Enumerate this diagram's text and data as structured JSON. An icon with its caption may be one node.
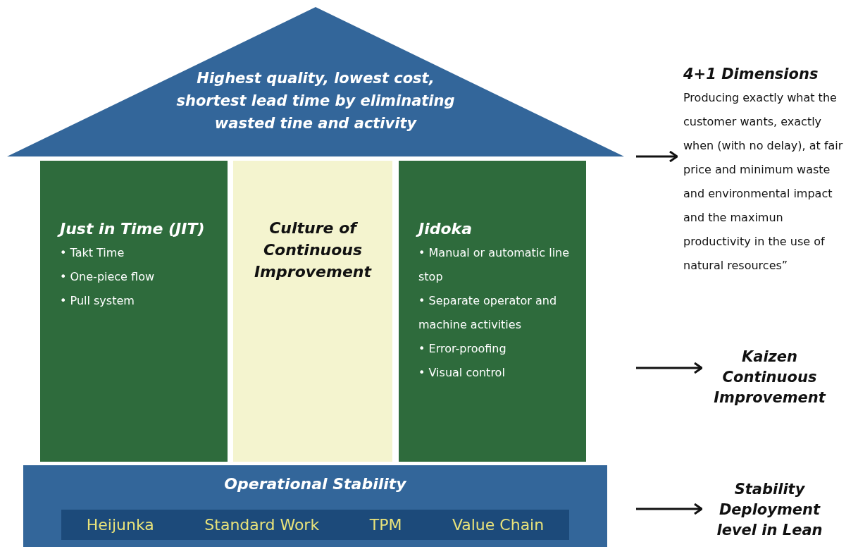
{
  "diagram": {
    "nodes": [
      {
        "text": [
          "Highest quality, lowest cost, shortest lead time by eliminating wasted tine and activity"
        ]
      },
      {
        "text": [
          "Just in Time (JIT)",
          "• Takt Time",
          "• One-piece flow",
          "• Pull system"
        ]
      },
      {
        "text": [
          "Culture of Continuous Improvement"
        ]
      },
      {
        "text": [
          "Jidoka",
          "• Manual or automatic line stop",
          "• Separate operator and machine activities",
          "• Error-proofing",
          "• Visual control"
        ]
      },
      {
        "text": [
          "Operational Stability"
        ]
      },
      {
        "text": [
          "Heijunka",
          "Standard Work",
          "TPM",
          "Value Chain"
        ],
        "in": 4
      },
      {
        "text": [
          "4+1 Dimensions",
          "Producing exactly what the customer wants, exactly when (with no delay), at fair price and minimum waste and environmental impact and the maximun productivity in the use of natural resources”"
        ]
      },
      {
        "text": [
          "Kaizen Continuous Improvement"
        ]
      },
      {
        "text": [
          "Stability Deployment level in Lean"
        ]
      }
    ],
    "edges": [
      {
        "from": null,
        "to": 6,
        "arrow": "to"
      },
      {
        "from": null,
        "to": 7,
        "arrow": "to"
      },
      {
        "from": null,
        "to": 8,
        "arrow": "to"
      }
    ]
  }
}
